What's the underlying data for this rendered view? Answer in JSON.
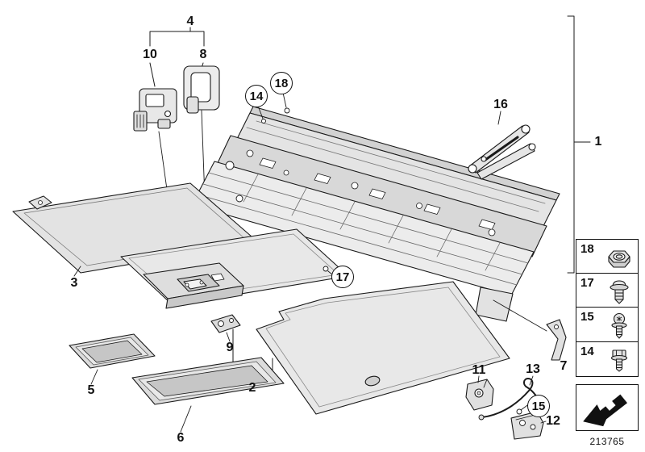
{
  "callouts": {
    "n1": "1",
    "n2": "2",
    "n3": "3",
    "n4": "4",
    "n5": "5",
    "n6": "6",
    "n7": "7",
    "n8": "8",
    "n9": "9",
    "n10": "10",
    "n11": "11",
    "n12": "12",
    "n13": "13",
    "n14": "14",
    "n15": "15",
    "n16": "16",
    "n17": "17",
    "n18": "18"
  },
  "legend": {
    "items": [
      {
        "label": "18",
        "icon": "hex-nut-icon"
      },
      {
        "label": "17",
        "icon": "grommet-icon"
      },
      {
        "label": "15",
        "icon": "screw-icon"
      },
      {
        "label": "14",
        "icon": "bolt-icon"
      }
    ]
  },
  "footer": {
    "part_number": "213765"
  },
  "colors": {
    "ink": "#1a1a1a",
    "paper": "#ffffff",
    "panel_fill": "#e6e6e6"
  }
}
